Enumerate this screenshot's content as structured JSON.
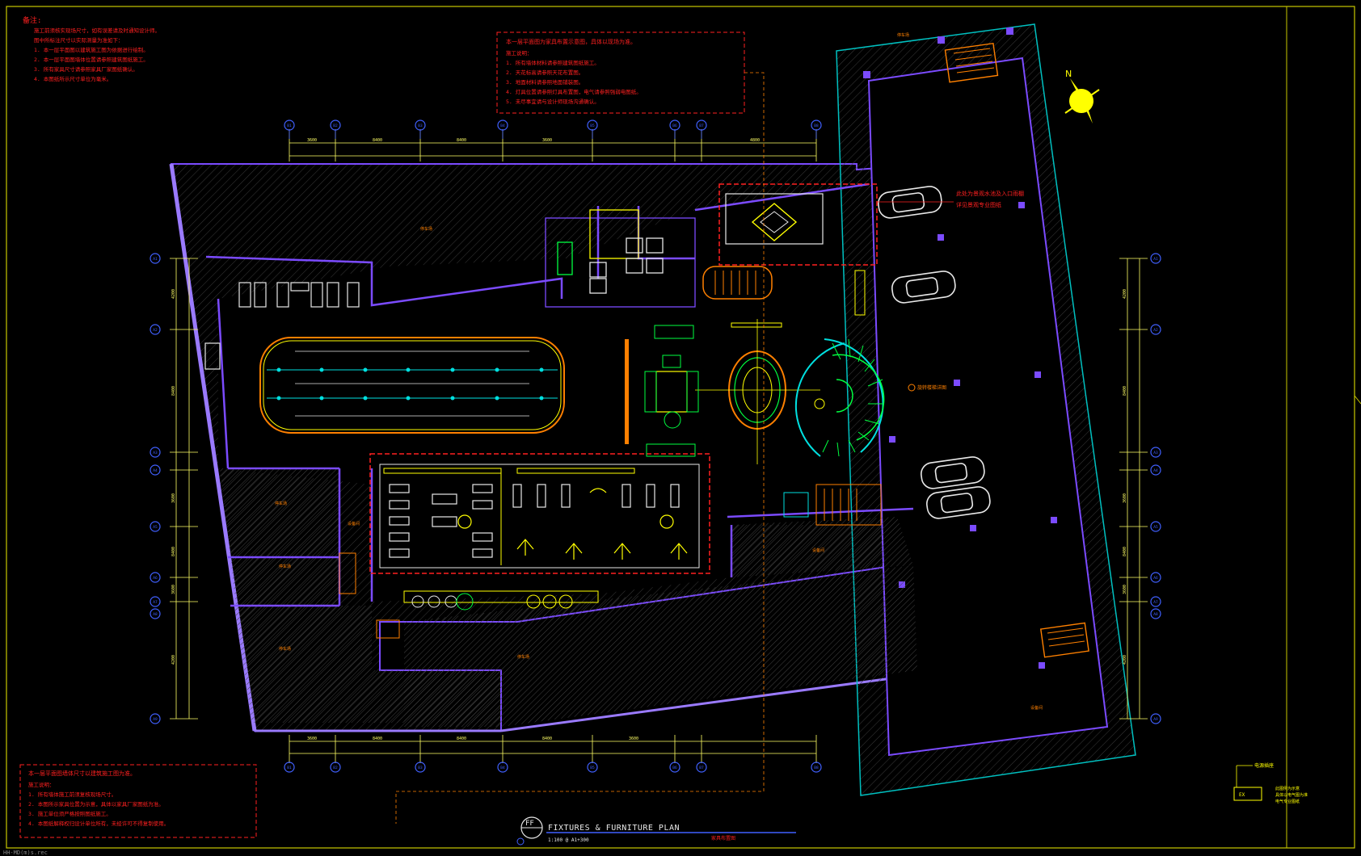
{
  "colors": {
    "background": "#000000",
    "frame": "#c8c800",
    "wall": "#7b4bff",
    "wall_outer": "#9a7aff",
    "hatch": "#555555",
    "furniture": "#ffff00",
    "green": "#00ff40",
    "cyan": "#00e0e0",
    "orange": "#ff8000",
    "red": "#ff2020",
    "white": "#e8e8e8",
    "dim": "#ffff66",
    "grid_bubble": "#4060ff",
    "cyan_outline": "#00c0c0"
  },
  "notes_top_left": {
    "title": "备注:",
    "lines": [
      "施工前须核实现场尺寸，如有误差请及时通知设计师。",
      "图中所标注尺寸以实际测量为准如下：",
      "1. 本一层平面图以建筑施工图为依据进行绘制。",
      "2. 本一层平面图墙体位置请参照建筑图纸施工。",
      "3. 所有家具尺寸请参照家具厂家图纸确认。",
      "4. 本图纸所示尺寸单位为毫米。"
    ]
  },
  "notes_top_center": {
    "title": "本一层平面图为家具布置示意图，具体以现场为准。",
    "lines": [
      "施工说明：",
      "1. 所有墙体材料请参照建筑图纸施工。",
      "2. 天花标高请参照天花布置图。",
      "3. 地面材料请参照地面铺装图。",
      "4. 灯具位置请参照灯具布置图，电气请参照强弱电图纸。",
      "5. 未尽事宜请与设计师现场沟通确认。"
    ]
  },
  "notes_bottom_left": {
    "title": "本一层平面图墙体尺寸以建筑施工图为准。",
    "lines": [
      "施工说明：",
      "1. 所有墙体施工前须复核现场尺寸。",
      "2. 本图所示家具位置为示意，具体以家具厂家图纸为准。",
      "3. 施工单位须严格按照图纸施工。",
      "4. 本图纸解释权归设计单位所有，未经许可不得复制使用。"
    ]
  },
  "callout_right": [
    "此处为景观水池及入口雨棚",
    "详见景观专业图纸"
  ],
  "legend_box": {
    "caption": "电源插座",
    "box_text": "EX",
    "note": [
      "此图例为示意",
      "具体以电气图为准",
      "电气专业图纸"
    ]
  },
  "staircase_note": "旋转楼梯详图",
  "title_block": {
    "code": "FF",
    "title": "FIXTURES & FURNITURE PLAN",
    "scale": "1:100 @ A1+300",
    "cn_title": "家具布置图"
  },
  "status_text": "HH-MD(m)s.rec",
  "grid_bubbles_top": [
    "B1",
    "B2",
    "B3",
    "B4",
    "B5",
    "B6",
    "B7",
    "B8"
  ],
  "grid_bubbles_bottom": [
    "B1",
    "B2",
    "B3",
    "B4",
    "B5",
    "B6",
    "B7",
    "B8"
  ],
  "grid_bubbles_left": [
    "A1",
    "A2",
    "A3",
    "A4",
    "A5",
    "A6",
    "A7",
    "A8",
    "A9"
  ],
  "grid_bubbles_right": [
    "A1",
    "A2",
    "A3",
    "A4",
    "A5",
    "A6",
    "A7",
    "A8",
    "A9"
  ],
  "dims_top": [
    "3600",
    "8400",
    "8400",
    "3600",
    "4800"
  ],
  "dims_bottom": [
    "3600",
    "8400",
    "8400",
    "8400",
    "3600"
  ],
  "dims_left": [
    "4200",
    "8400",
    "3600",
    "8400",
    "3600",
    "4200"
  ],
  "dims_right": [
    "4200",
    "8400",
    "3600",
    "8400",
    "3600",
    "4200"
  ],
  "room_labels": [
    "停车场",
    "停车场",
    "设备间",
    "停车场",
    "停车场",
    "停车场",
    "设备间",
    "设备间",
    "停车场"
  ]
}
